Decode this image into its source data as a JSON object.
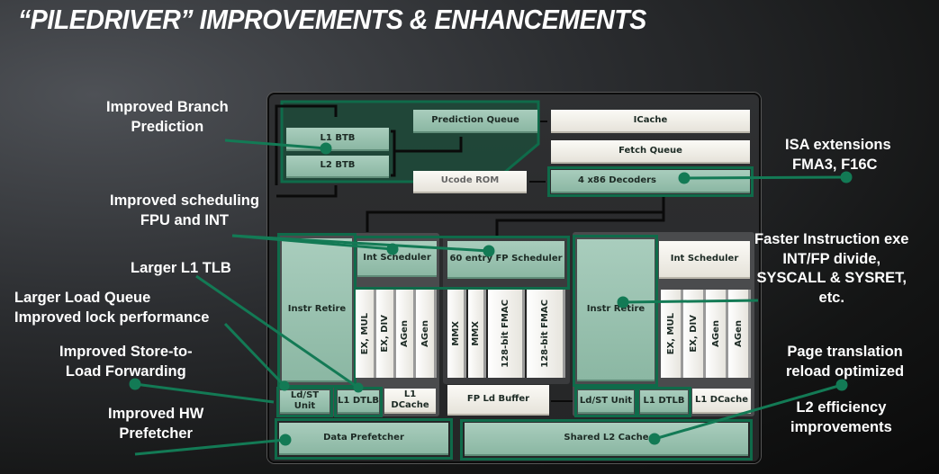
{
  "title": "“PILEDRIVER” IMPROVEMENTS & ENHANCEMENTS",
  "colors": {
    "highlight": "#0f6b4a",
    "callout_line": "#137a55",
    "green_block": "#9cc4b1",
    "white_block": "#f2f0ea"
  },
  "frontend": {
    "l1_btb": "L1 BTB",
    "l2_btb": "L2 BTB",
    "prediction_queue": "Prediction Queue",
    "ucode_rom": "Ucode ROM",
    "icache": "ICache",
    "fetch_queue": "Fetch Queue",
    "decoders": "4 x86 Decoders"
  },
  "left_core": {
    "instr_retire": "Instr Retire",
    "int_scheduler": "Int Scheduler",
    "units": [
      "EX, MUL",
      "EX, DIV",
      "AGen",
      "AGen"
    ],
    "ldst": "Ld/ST Unit",
    "dtlb": "L1 DTLB",
    "dcache": "L1 DCache"
  },
  "fpu": {
    "scheduler": "60 entry FP Scheduler",
    "units": [
      "MMX",
      "MMX",
      "128-bit FMAC",
      "128-bit FMAC"
    ],
    "ld_buffer": "FP Ld Buffer"
  },
  "right_core": {
    "instr_retire": "Instr Retire",
    "int_scheduler": "Int Scheduler",
    "units": [
      "EX, MUL",
      "EX, DIV",
      "AGen",
      "AGen"
    ],
    "ldst": "Ld/ST Unit",
    "dtlb": "L1 DTLB",
    "dcache": "L1 DCache"
  },
  "shared": {
    "prefetcher": "Data Prefetcher",
    "l2": "Shared L2 Cache"
  },
  "callouts": {
    "branch": [
      "Improved Branch",
      "Prediction"
    ],
    "isa": [
      "ISA extensions",
      "FMA3, F16C"
    ],
    "scheduling": [
      "Improved scheduling",
      "FPU and INT"
    ],
    "tlb": [
      "Larger L1 TLB"
    ],
    "loadqueue": [
      "Larger Load Queue",
      "Improved lock performance"
    ],
    "store": [
      "Improved Store-to-",
      "Load Forwarding"
    ],
    "prefetch": [
      "Improved HW",
      "Prefetcher"
    ],
    "faster": [
      "Faster Instruction exe",
      "INT/FP  divide,",
      "SYSCALL & SYSRET,",
      "etc."
    ],
    "page": [
      "Page translation",
      "reload optimized"
    ],
    "l2": [
      "L2 efficiency",
      "improvements"
    ]
  }
}
